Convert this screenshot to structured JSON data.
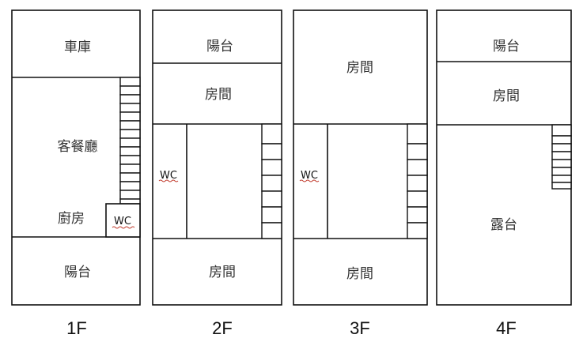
{
  "floors": [
    {
      "label": "1F",
      "rooms": {
        "garage": "車庫",
        "living_dining": "客餐廳",
        "kitchen": "廚房",
        "wc": "WC",
        "balcony": "陽台"
      }
    },
    {
      "label": "2F",
      "rooms": {
        "balcony": "陽台",
        "room_front": "房間",
        "wc": "WC",
        "room_back": "房間"
      }
    },
    {
      "label": "3F",
      "rooms": {
        "room_front": "房間",
        "wc": "WC",
        "room_back": "房間"
      }
    },
    {
      "label": "4F",
      "rooms": {
        "balcony": "陽台",
        "room": "房間",
        "terrace": "露台"
      }
    }
  ],
  "colors": {
    "wall": "#111111",
    "text": "#333333",
    "spellcheck_underline": "#c0392b"
  }
}
